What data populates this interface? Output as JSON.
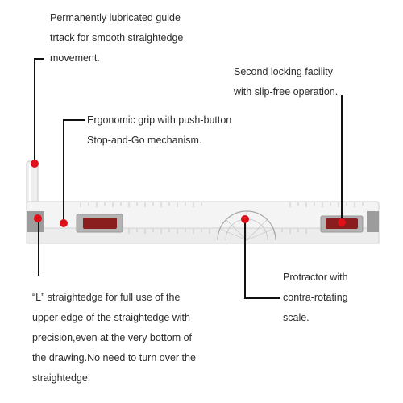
{
  "callouts": {
    "guide_track": [
      "Permanently lubricated guide",
      "trtack for smooth straightedge",
      "movement."
    ],
    "second_lock": [
      "Second locking facility",
      "with slip-free operation."
    ],
    "grip": [
      "Ergonomic grip with push-button",
      "Stop-and-Go mechanism."
    ],
    "protractor": [
      "Protractor with",
      "contra-rotating",
      "scale."
    ],
    "l_edge": [
      "“L” straightedge for full use of the",
      "upper edge of the straightedge with",
      "precision,even at the very bottom of",
      "the drawing.No need to turn over the",
      "straightedge!"
    ]
  },
  "colors": {
    "marker": "#e0101a",
    "leader": "#111111",
    "ruler_body": "#f4f4f4",
    "end_cap": "#9c9c9c",
    "button": "#8a1d1d"
  }
}
